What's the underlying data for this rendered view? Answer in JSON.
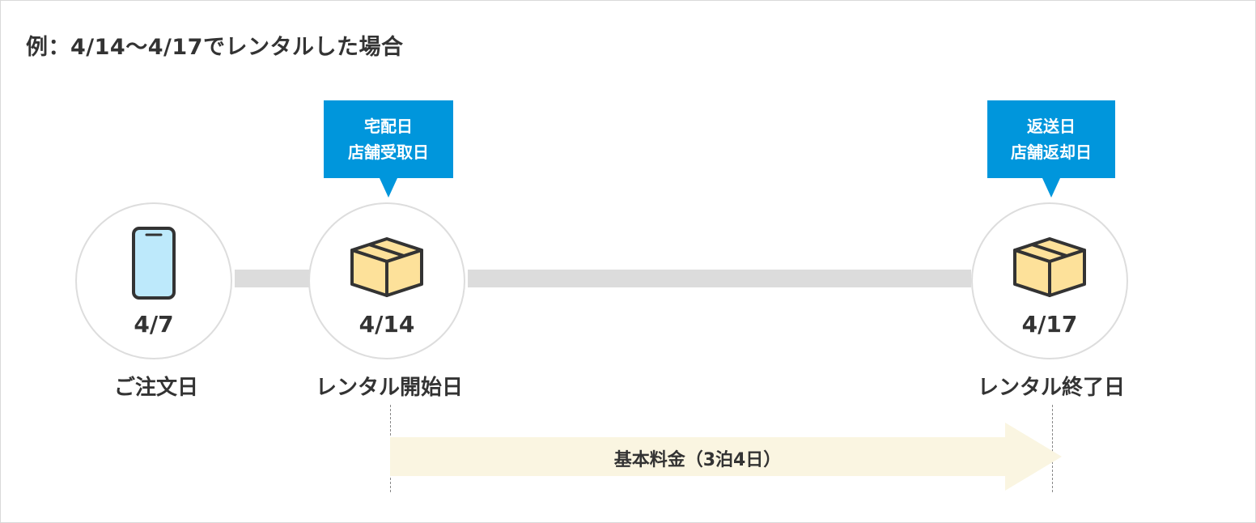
{
  "title": "例：4/14〜4/17でレンタルした場合",
  "colors": {
    "callout": "#0096dc",
    "track": "#dcdcdc",
    "circle_border": "#dddddd",
    "box_fill": "#fde19a",
    "phone_fill": "#bde9fb",
    "arrow_fill": "#faf5e1"
  },
  "steps": [
    {
      "date": "4/7",
      "label": "ご注文日",
      "icon": "smartphone-icon"
    },
    {
      "date": "4/14",
      "label": "レンタル開始日",
      "icon": "package-box-icon"
    },
    {
      "date": "4/17",
      "label": "レンタル終了日",
      "icon": "package-box-icon"
    }
  ],
  "callouts": {
    "start": {
      "line1": "宅配日",
      "line2": "店舗受取日"
    },
    "end": {
      "line1": "返送日",
      "line2": "店舗返却日"
    }
  },
  "fee_arrow": {
    "label": "基本料金（3泊4日）"
  }
}
